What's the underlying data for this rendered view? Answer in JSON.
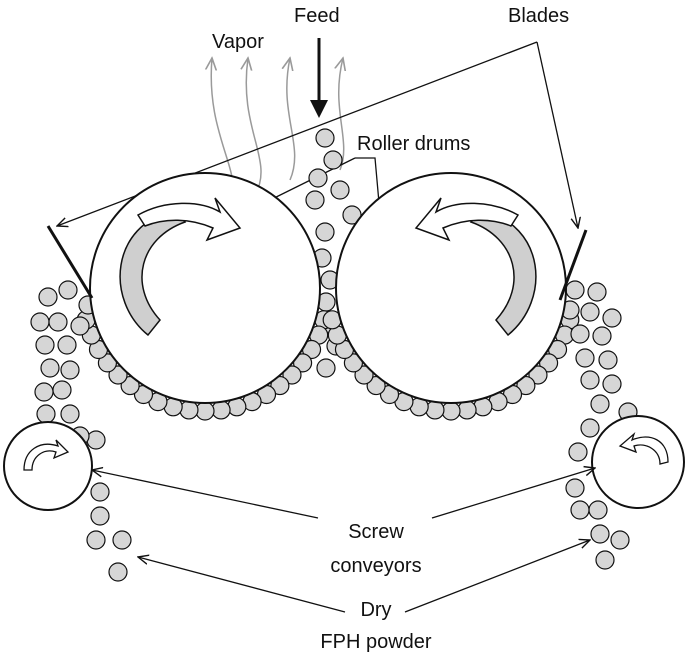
{
  "labels": {
    "feed": "Feed",
    "vapor": "Vapor",
    "blades": "Blades",
    "roller_drums": "Roller drums",
    "screw_conveyors_line1": "Screw",
    "screw_conveyors_line2": "conveyors",
    "dry_powder_line1": "Dry",
    "dry_powder_line2": "FPH powder"
  },
  "icons": {
    "rotation_arrow": "curved-arrow",
    "particle": "circle"
  },
  "colors": {
    "line": "#111111",
    "vapor_line": "#9a9a9a",
    "particle_fill": "#d6d6d6",
    "rotation_arrow_fill": "#cfcfcf",
    "background": "#ffffff"
  }
}
